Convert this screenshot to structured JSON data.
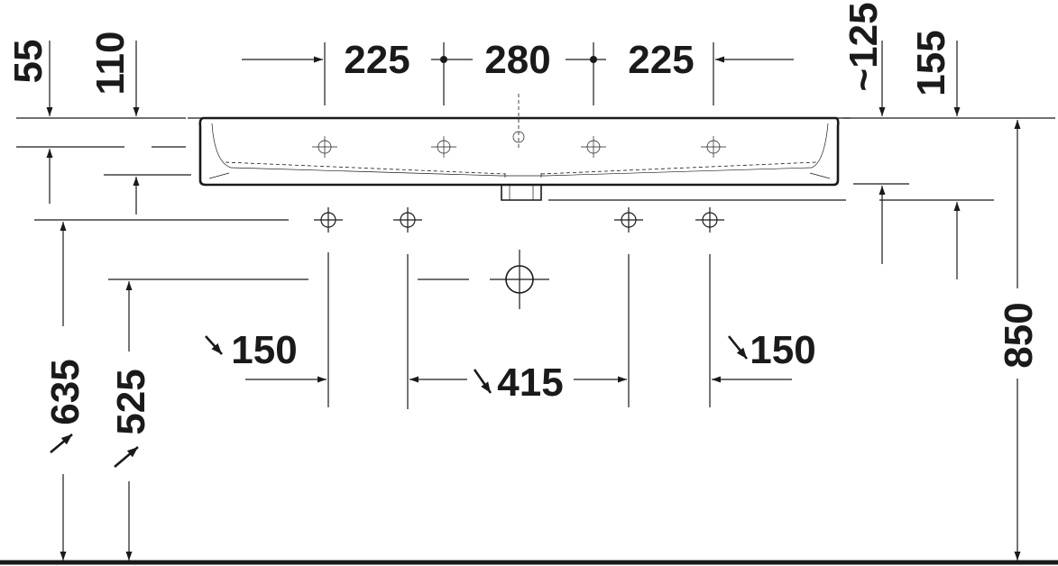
{
  "dimensions": {
    "top_left_55": "55",
    "top_left_110": "110",
    "spacing_left_225": "225",
    "spacing_center_280": "280",
    "spacing_right_225": "225",
    "top_right_125": "~125",
    "top_right_155": "155",
    "height_850": "850",
    "height_635": "635",
    "height_525": "525",
    "left_150": "150",
    "right_150": "150",
    "center_415": "415"
  },
  "colors": {
    "line": "#1a1a1a",
    "background": "#ffffff"
  },
  "icons": [
    "arrow-icon",
    "crosshair-icon",
    "diagonal-arrow-icon"
  ]
}
